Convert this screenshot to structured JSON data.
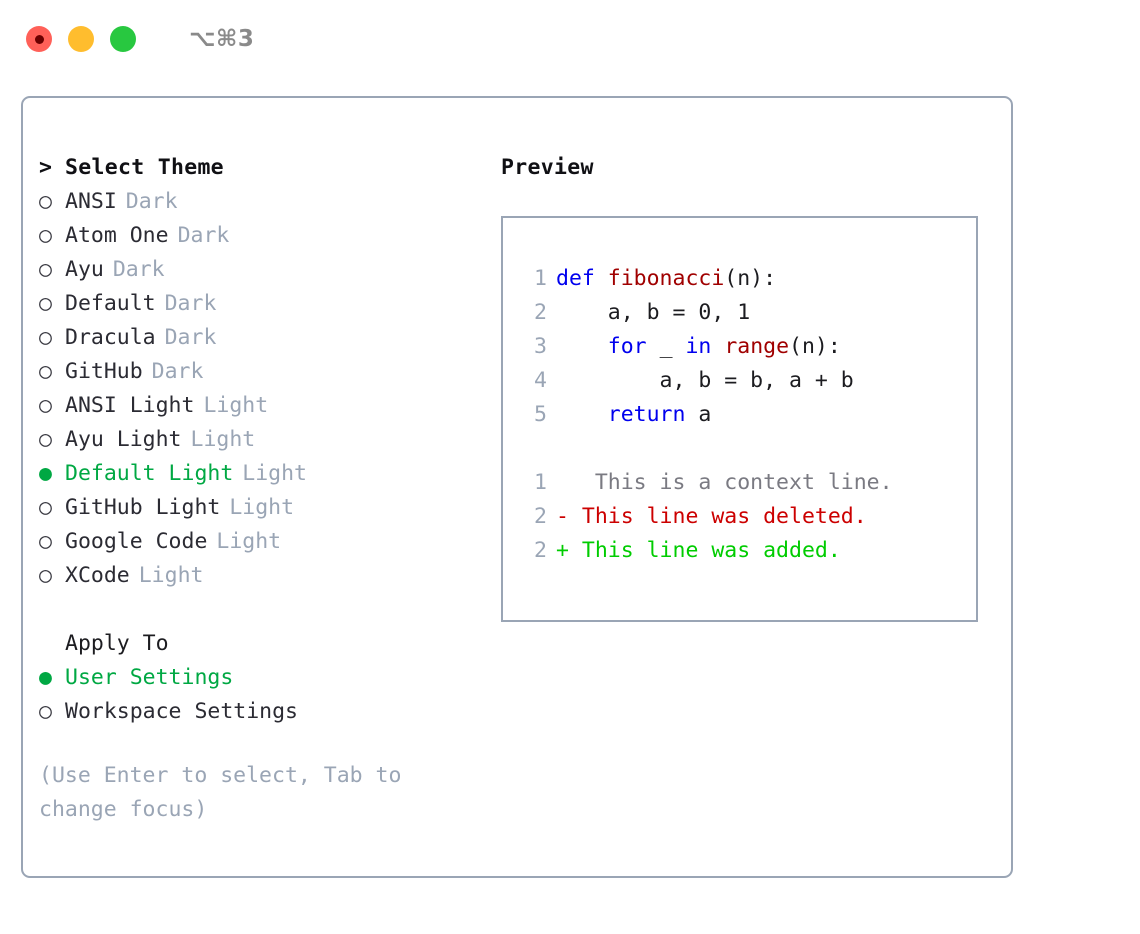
{
  "titlebar": {
    "shortcut": "⌥⌘3",
    "lights": [
      {
        "name": "close",
        "color": "#ff6058"
      },
      {
        "name": "minimize",
        "color": "#ffbd2e"
      },
      {
        "name": "maximize",
        "color": "#28c840"
      }
    ]
  },
  "theme_picker": {
    "header": "Select Theme",
    "caret": ">",
    "radio_empty": "○",
    "radio_filled": "●",
    "items": [
      {
        "name": "ANSI",
        "variant": "Dark",
        "selected": false
      },
      {
        "name": "Atom One",
        "variant": "Dark",
        "selected": false
      },
      {
        "name": "Ayu",
        "variant": "Dark",
        "selected": false
      },
      {
        "name": "Default",
        "variant": "Dark",
        "selected": false
      },
      {
        "name": "Dracula",
        "variant": "Dark",
        "selected": false
      },
      {
        "name": "GitHub",
        "variant": "Dark",
        "selected": false
      },
      {
        "name": "ANSI Light",
        "variant": "Light",
        "selected": false
      },
      {
        "name": "Ayu Light",
        "variant": "Light",
        "selected": false
      },
      {
        "name": "Default Light",
        "variant": "Light",
        "selected": true
      },
      {
        "name": "GitHub Light",
        "variant": "Light",
        "selected": false
      },
      {
        "name": "Google Code",
        "variant": "Light",
        "selected": false
      },
      {
        "name": "XCode",
        "variant": "Light",
        "selected": false
      }
    ]
  },
  "apply_to": {
    "title": "Apply To",
    "options": [
      {
        "label": "User Settings",
        "selected": true
      },
      {
        "label": "Workspace Settings",
        "selected": false
      }
    ]
  },
  "hint": "(Use Enter to select, Tab to change focus)",
  "preview": {
    "title": "Preview",
    "code_lines": [
      {
        "ln": "1",
        "tokens": [
          {
            "t": "def ",
            "c": "kw"
          },
          {
            "t": "fibonacci",
            "c": "fn"
          },
          {
            "t": "(n):",
            "c": "plain"
          }
        ]
      },
      {
        "ln": "2",
        "tokens": [
          {
            "t": "    a, b = 0, 1",
            "c": "plain"
          }
        ]
      },
      {
        "ln": "3",
        "tokens": [
          {
            "t": "    ",
            "c": "plain"
          },
          {
            "t": "for",
            "c": "kw"
          },
          {
            "t": " _ ",
            "c": "plain"
          },
          {
            "t": "in ",
            "c": "kw"
          },
          {
            "t": "range",
            "c": "fn"
          },
          {
            "t": "(n):",
            "c": "plain"
          }
        ]
      },
      {
        "ln": "4",
        "tokens": [
          {
            "t": "        a, b = b, a + b",
            "c": "plain"
          }
        ]
      },
      {
        "ln": "5",
        "tokens": [
          {
            "t": "    ",
            "c": "plain"
          },
          {
            "t": "return",
            "c": "kw"
          },
          {
            "t": " a",
            "c": "plain"
          }
        ]
      }
    ],
    "diff_lines": [
      {
        "ln": "1",
        "marker": " ",
        "text": "  This is a context line.",
        "kind": "ctx"
      },
      {
        "ln": "2",
        "marker": "-",
        "text": " This line was deleted.",
        "kind": "del"
      },
      {
        "ln": "2",
        "marker": "+",
        "text": " This line was added.",
        "kind": "add"
      }
    ]
  },
  "colors": {
    "accent_green": "#00a843",
    "muted": "#9aa5b5",
    "border": "#9aa5b5",
    "keyword_blue": "#0000ee",
    "function_red": "#a00000",
    "diff_deleted": "#cc0000",
    "diff_added": "#00cc00"
  }
}
